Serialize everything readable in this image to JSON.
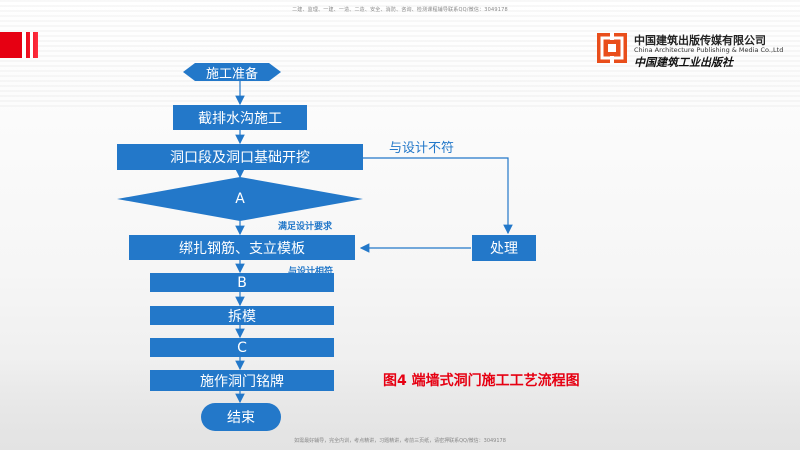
{
  "header_note": "二建、监理、一建、一造、二造、安全、消防、咨询、检测课程辅导联系QQ/微信：3049178",
  "footer_note": "如需最好辅导，完全内训，考点精讲，习题精讲，考前三页纸，请密押联系QQ/微信：3049178",
  "publisher": {
    "name_cn": "中国建筑出版传媒有限公司",
    "name_en": "China Architecture Publishing & Media Co.,Ltd",
    "name_cn_alt": "中国建筑工业出版社"
  },
  "flow": {
    "start": "施工准备",
    "step1": "截排水沟施工",
    "step2": "洞口段及洞口基础开挖",
    "decision": "A",
    "step3": "绑扎钢筋、支立模板",
    "step_b": "B",
    "step4": "拆模",
    "step_c": "C",
    "step5": "施作洞门铭牌",
    "end": "结束",
    "handle": "处理",
    "label_mismatch": "与设计不符",
    "label_meets": "满足设计要求",
    "label_match": "与设计相符"
  },
  "caption": "图4   端墙式洞门施工工艺流程图",
  "colors": {
    "box_blue": "#2378c9",
    "accent_red": "#e60012"
  }
}
